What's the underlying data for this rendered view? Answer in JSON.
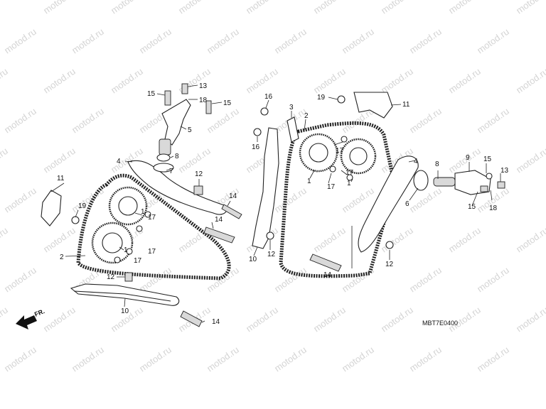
{
  "watermark": {
    "text": "motod.ru"
  },
  "diagram": {
    "figure_code": "MBT7E0400",
    "front_arrow_label": "FR.",
    "callouts": [
      {
        "id": "c13a",
        "label": "13"
      },
      {
        "id": "c15a",
        "label": "15"
      },
      {
        "id": "c18a",
        "label": "18"
      },
      {
        "id": "c15b",
        "label": "15"
      },
      {
        "id": "c5",
        "label": "5"
      },
      {
        "id": "c8a",
        "label": "8"
      },
      {
        "id": "c4a",
        "label": "4"
      },
      {
        "id": "c7",
        "label": "7"
      },
      {
        "id": "c12a",
        "label": "12"
      },
      {
        "id": "c11a",
        "label": "11"
      },
      {
        "id": "c19a",
        "label": "19"
      },
      {
        "id": "c1a",
        "label": "1"
      },
      {
        "id": "c17a",
        "label": "17"
      },
      {
        "id": "c1b",
        "label": "1"
      },
      {
        "id": "c17b",
        "label": "17"
      },
      {
        "id": "c17c",
        "label": "17"
      },
      {
        "id": "c2a",
        "label": "2"
      },
      {
        "id": "c12b",
        "label": "12"
      },
      {
        "id": "c10a",
        "label": "10"
      },
      {
        "id": "c14a",
        "label": "14"
      },
      {
        "id": "c14b",
        "label": "14"
      },
      {
        "id": "c14c",
        "label": "14"
      },
      {
        "id": "c16a",
        "label": "16"
      },
      {
        "id": "c3",
        "label": "3"
      },
      {
        "id": "c16b",
        "label": "16"
      },
      {
        "id": "c2b",
        "label": "2"
      },
      {
        "id": "c10b",
        "label": "10"
      },
      {
        "id": "c12c",
        "label": "12"
      },
      {
        "id": "c19b",
        "label": "19"
      },
      {
        "id": "c11b",
        "label": "11"
      },
      {
        "id": "c17d",
        "label": "17"
      },
      {
        "id": "c1c",
        "label": "1"
      },
      {
        "id": "c17e",
        "label": "17"
      },
      {
        "id": "c17f",
        "label": "17"
      },
      {
        "id": "c1d",
        "label": "1"
      },
      {
        "id": "c14d",
        "label": "14"
      },
      {
        "id": "c4b",
        "label": "4"
      },
      {
        "id": "c6",
        "label": "6"
      },
      {
        "id": "c12d",
        "label": "12"
      },
      {
        "id": "c8b",
        "label": "8"
      },
      {
        "id": "c9",
        "label": "9"
      },
      {
        "id": "c15c",
        "label": "15"
      },
      {
        "id": "c13b",
        "label": "13"
      },
      {
        "id": "c15d",
        "label": "15"
      },
      {
        "id": "c18b",
        "label": "18"
      }
    ]
  }
}
